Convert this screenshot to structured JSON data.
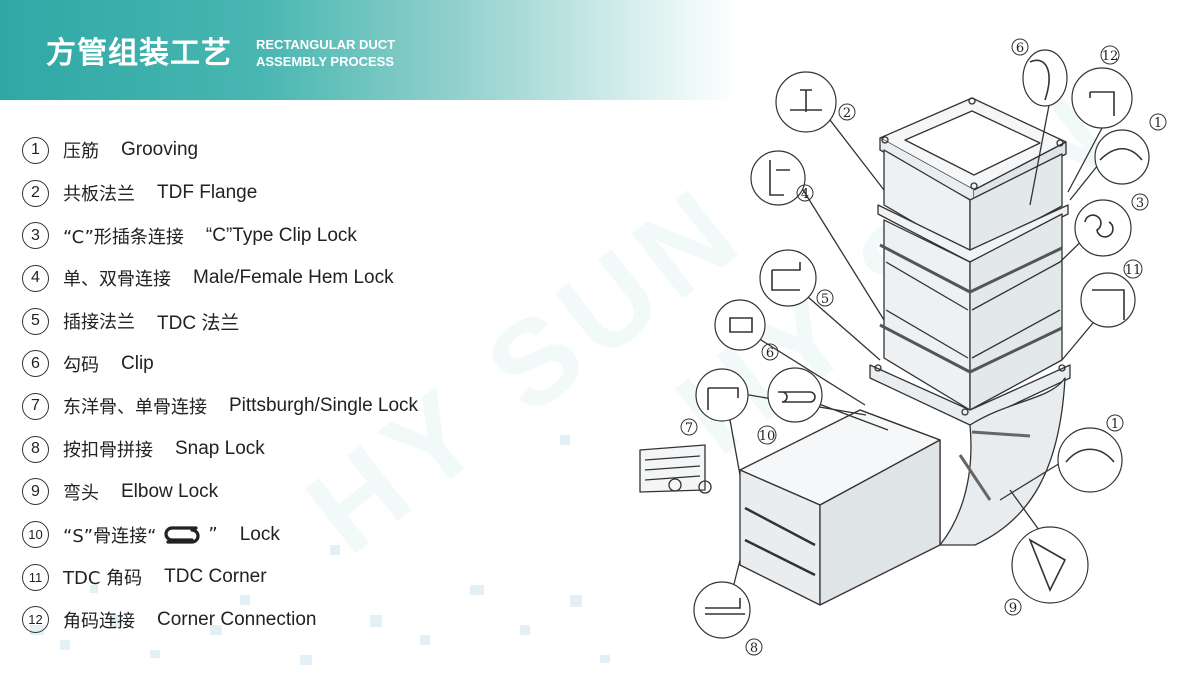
{
  "header": {
    "title_cn": "方管组装工艺",
    "title_en_line1": "RECTANGULAR DUCT",
    "title_en_line2": "ASSEMBLY PROCESS",
    "accent_color": "#2fa8a5"
  },
  "items": [
    {
      "num": "1",
      "cn": "压筋",
      "en": "Grooving"
    },
    {
      "num": "2",
      "cn": "共板法兰",
      "en": "TDF Flange"
    },
    {
      "num": "3",
      "cn": "“C”形插条连接",
      "en": "“C”Type Clip Lock"
    },
    {
      "num": "4",
      "cn": "单、双骨连接",
      "en": "Male/Female Hem Lock"
    },
    {
      "num": "5",
      "cn": "插接法兰",
      "en": "TDC 法兰"
    },
    {
      "num": "6",
      "cn": "勾码",
      "en": "Clip"
    },
    {
      "num": "7",
      "cn": "东洋骨、单骨连接",
      "en": "Pittsburgh/Single Lock"
    },
    {
      "num": "8",
      "cn": "按扣骨拼接",
      "en": "Snap Lock"
    },
    {
      "num": "9",
      "cn": "弯头",
      "en": "Elbow Lock"
    },
    {
      "num": "10",
      "cn_before": "“S”骨连接“",
      "cn_after": "”",
      "en": "Lock",
      "icon": "s-lock-icon"
    },
    {
      "num": "11",
      "cn": "TDC 角码",
      "en": "TDC Corner"
    },
    {
      "num": "12",
      "cn": "角码连接",
      "en": "Corner Connection"
    }
  ],
  "diagram_callouts": [
    "1",
    "2",
    "3",
    "4",
    "5",
    "6",
    "7",
    "8",
    "9",
    "10",
    "11",
    "12",
    "6",
    "1"
  ],
  "watermark": "HY SUN"
}
